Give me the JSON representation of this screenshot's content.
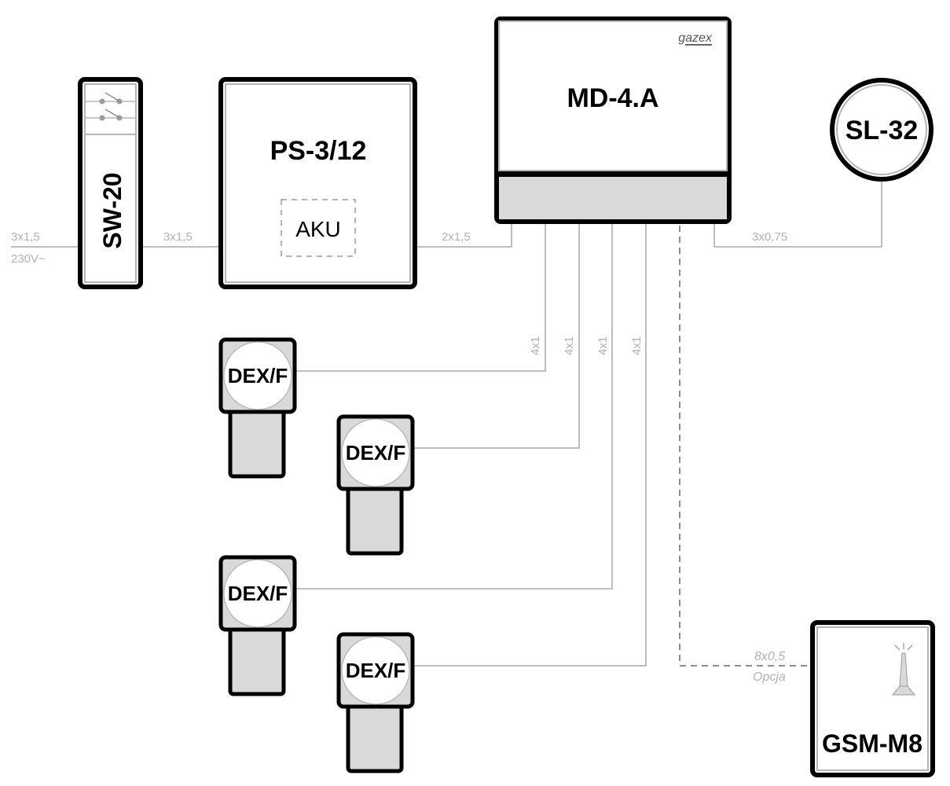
{
  "devices": {
    "sw20": {
      "label": "SW-20"
    },
    "ps": {
      "label": "PS-3/12",
      "battery_label": "AKU"
    },
    "md": {
      "label": "MD-4.A",
      "brand": "gazex"
    },
    "sl": {
      "label": "SL-32"
    },
    "gsm": {
      "label": "GSM-M8"
    },
    "dex": [
      {
        "label": "DEX/F"
      },
      {
        "label": "DEX/F"
      },
      {
        "label": "DEX/F"
      },
      {
        "label": "DEX/F"
      }
    ]
  },
  "cables": {
    "mains_in": {
      "spec": "3x1,5",
      "voltage": "230V~"
    },
    "sw_to_ps": {
      "spec": "3x1,5"
    },
    "ps_to_md": {
      "spec": "2x1,5"
    },
    "md_to_sl": {
      "spec": "3x0,75"
    },
    "md_to_dex": [
      "4x1",
      "4x1",
      "4x1",
      "4x1"
    ],
    "md_to_gsm": {
      "spec": "8x0,5",
      "note": "Opcja"
    }
  },
  "colors": {
    "outline": "#000000",
    "fill_grey": "#d9d9d9",
    "wire": "#a8a8a8",
    "cable_text": "#b0b0b0"
  }
}
